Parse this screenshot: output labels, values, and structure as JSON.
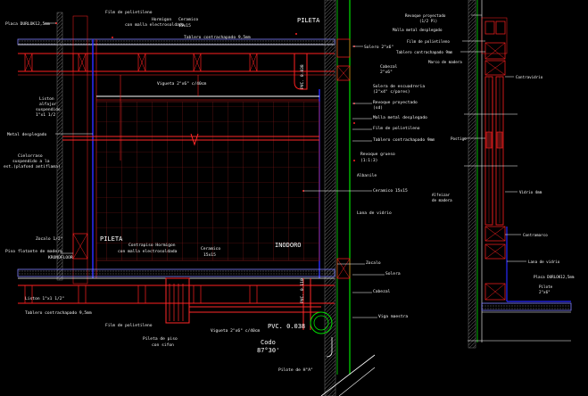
{
  "drawing": {
    "labels": {
      "placa_durlock_left": "Placa DURLOK12,5mm",
      "film_polietileno_top": "Film de polietileno",
      "hormigon_top_1": "Hormigon",
      "hormigon_top_2": "con malla electrosoldada",
      "ceramico_top_1": "Ceramico",
      "ceramico_top_2": "15x15",
      "tablero_top": "Tablero contrachapado 9,5mm",
      "pileta_top": "PILETA",
      "solero_top": "Solero 2\"x6\"",
      "vigueta_top": "Vigueta 2\"x6\" c/40cm",
      "pvc_right": "PVC. 0.038",
      "cabezal": "Cabezal",
      "cabezal_2": "2\"x6\"",
      "solera_1": "Solera de escuadreria",
      "solera_2": "(2\"x4\" c/pares)",
      "revoque_proy_1": "Revoque proyectado",
      "revoque_proy_2": "(sd)",
      "malla_metal": "Malla metal desplegado",
      "film_polietileno_mid": "Film de polietileno",
      "tablero_mid": "Tablero contrachapado 9mm",
      "revoque_grueso_1": "Revoque grueso",
      "revoque_grueso_2": "(1:1:3)",
      "albanil": "Albanile",
      "ceramico_mid": "Ceramico 15x15",
      "lana_vidrio_left": "Lana de vidrio",
      "liston_1": "Liston",
      "liston_2": "alfajor",
      "liston_3": "suspendido",
      "liston_4": "1\"x1 1/2",
      "metal_desplegado": "Metal desplegado",
      "cielorraso_1": "Cielorraso",
      "cielorraso_2": "suspendido a la",
      "cielorraso_3": "est.(plafond antiflama)",
      "zocalo_left": "Zocalo 1/2\"",
      "piso_flotante_1": "Piso flotante de madera",
      "piso_flotante_2": "KRONOFLOOR",
      "pileta_bottom": "PILETA",
      "contrapiso_1": "Contrapiso Hormigon",
      "contrapiso_2": "con malla electrosoldada",
      "ceramico_bot_1": "Ceramico",
      "ceramico_bot_2": "15x15",
      "inodoro": "INODORO",
      "zocalo_right": "Zocalo",
      "solera_bot": "Solera",
      "cabezal_bot": "Cabezal",
      "liston_bot": "Liston 1\"x1 1/2\"",
      "tablero_bot": "Tablero contrachapado 9,5mm",
      "film_bot": "Film de polietileno",
      "pvc_bot_right": "PVC. 0.110",
      "pvc_bot": "PVC. 0.038",
      "codo_1": "Codo",
      "codo_2": "87°30'",
      "pileta_piso_1": "Pileta de piso",
      "pileta_piso_2": "con sifon",
      "vigueta_bot": "Vigueta 2\"x6\" c/40cm",
      "viga_maestra": "Viga maestra",
      "pilote": "Pilote de H°A°",
      "r_revoque_1": "Revoque proyectado",
      "r_revoque_2": "(1/2 Pl)",
      "r_malla": "Malla metal desplegado",
      "r_film": "Film de polietileno",
      "r_tablero": "Tablero contrachapado 9mm",
      "r_marco": "Marco de madera",
      "r_contravidrio": "Contravidrio",
      "r_postigo": "Postigo",
      "r_alfeizar_1": "Alfeizar",
      "r_alfeizar_2": "de madera",
      "r_vidrio": "Vidrio 4mm",
      "r_contramarco": "Contramarco",
      "r_lana": "Lana de vidrio",
      "r_placa": "Placa DURLOK12,5mm",
      "r_pilote_1": "Pilote",
      "r_pilote_2": "2\"x6\""
    },
    "colors": {
      "background": "#000000",
      "structure_red": "#ff2020",
      "wall_green": "#00e000",
      "wall_blue": "#2a2aff",
      "tile_grid": "#b02020",
      "text": "#f4f4f4",
      "pipe_red": "#ff2828"
    }
  }
}
